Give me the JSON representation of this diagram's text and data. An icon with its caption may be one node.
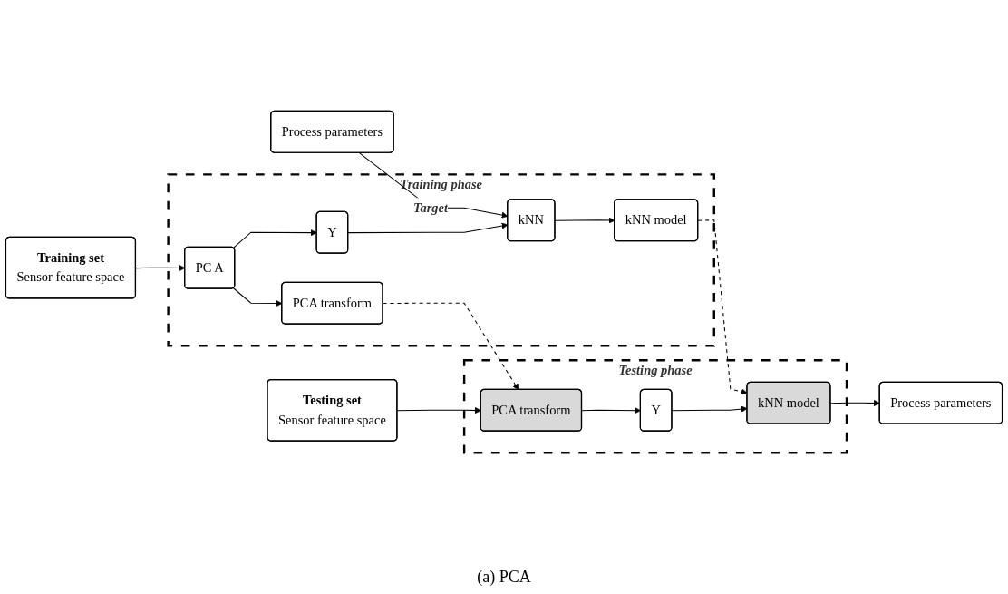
{
  "diagram": {
    "caption": "(a) PCA",
    "nodes": [
      {
        "text": [
          "Process parameters"
        ]
      },
      {
        "text": [
          "Training phase"
        ]
      },
      {
        "text": [
          "Training set",
          "Sensor feature space"
        ]
      },
      {
        "text": [
          "PC A"
        ],
        "in": 1
      },
      {
        "text": [
          "Y"
        ],
        "in": 1
      },
      {
        "text": [
          "kNN"
        ],
        "in": 1
      },
      {
        "text": [
          "kNN model"
        ],
        "in": 1
      },
      {
        "text": [
          "PCA transform"
        ],
        "in": 1
      },
      {
        "text": [
          "Testing phase"
        ]
      },
      {
        "text": [
          "Testing set",
          "Sensor feature space"
        ]
      },
      {
        "text": [
          "PCA transform"
        ],
        "in": 8
      },
      {
        "text": [
          "Y"
        ],
        "in": 8
      },
      {
        "text": [
          "kNN model"
        ],
        "in": 8
      },
      {
        "text": [
          "Process parameters"
        ]
      }
    ],
    "edges": [
      {
        "from": 0,
        "to": 5,
        "arrow": "to",
        "label": "Target"
      },
      {
        "from": 2,
        "to": 3,
        "arrow": "to"
      },
      {
        "from": 3,
        "to": 4,
        "arrow": "to"
      },
      {
        "from": 4,
        "to": 5,
        "arrow": "to"
      },
      {
        "from": 5,
        "to": 6,
        "arrow": "to"
      },
      {
        "from": 3,
        "to": 7,
        "arrow": "to"
      },
      {
        "from": 7,
        "to": 10,
        "arrow": "to",
        "style": "dashed"
      },
      {
        "from": 6,
        "to": 12,
        "arrow": "to",
        "style": "dashed"
      },
      {
        "from": 9,
        "to": 10,
        "arrow": "to"
      },
      {
        "from": 10,
        "to": 11,
        "arrow": "to"
      },
      {
        "from": 11,
        "to": 12,
        "arrow": "to"
      },
      {
        "from": 12,
        "to": 13,
        "arrow": "to"
      }
    ]
  }
}
